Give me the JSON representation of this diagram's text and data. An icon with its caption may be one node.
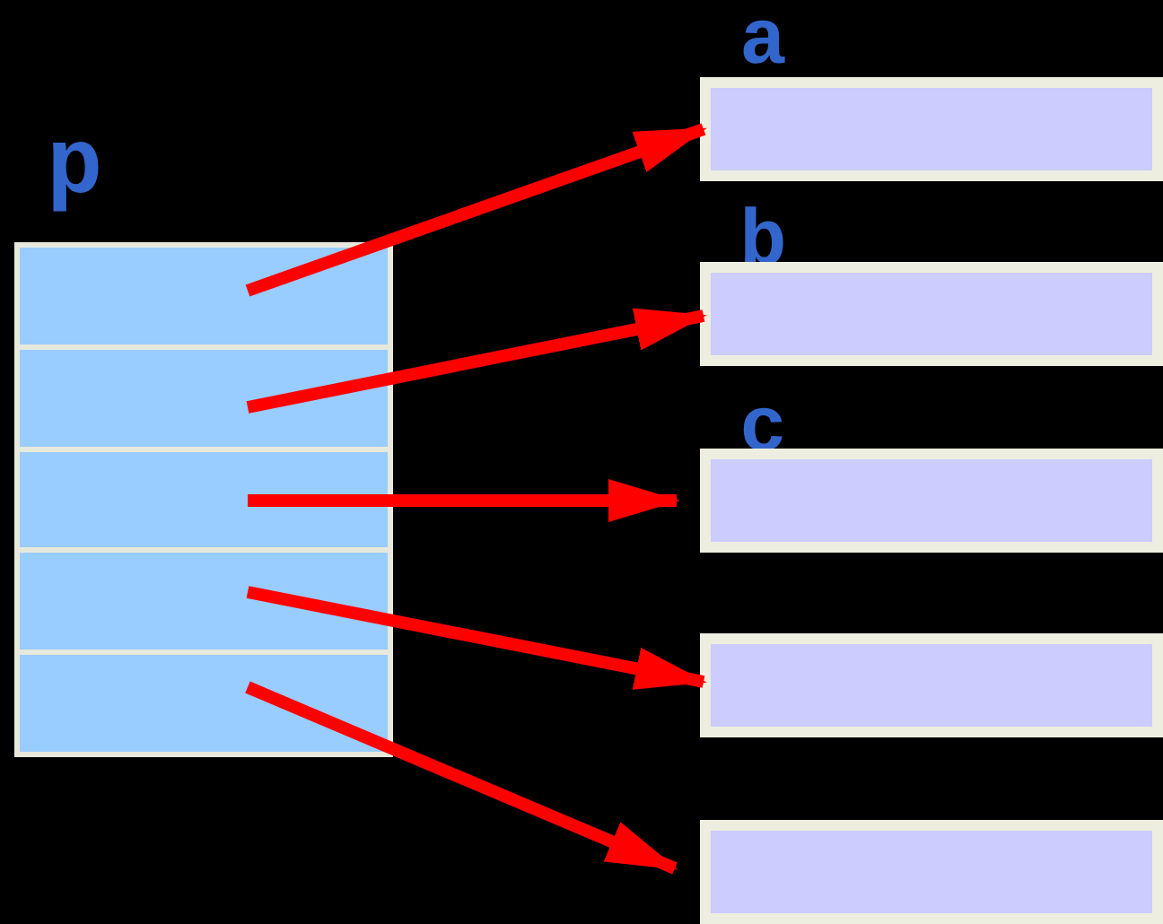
{
  "diagram": {
    "nodes": [
      {
        "text": [
          "p"
        ]
      },
      {
        "text": [],
        "shape": "box",
        "in": 0
      },
      {
        "text": [],
        "shape": "box",
        "in": 0
      },
      {
        "text": [],
        "shape": "box",
        "in": 0
      },
      {
        "text": [],
        "shape": "box",
        "in": 0
      },
      {
        "text": [],
        "shape": "box",
        "in": 0
      },
      {
        "text": [
          "a"
        ]
      },
      {
        "text": [
          "b"
        ]
      },
      {
        "text": [
          "c"
        ]
      },
      {
        "text": [],
        "shape": "box"
      },
      {
        "text": [],
        "shape": "box"
      }
    ],
    "edges": [
      {
        "from": 1,
        "to": 6,
        "arrow": "to"
      },
      {
        "from": 2,
        "to": 7,
        "arrow": "to"
      },
      {
        "from": 3,
        "to": 8,
        "arrow": "to"
      },
      {
        "from": 4,
        "to": 9,
        "arrow": "to"
      },
      {
        "from": 5,
        "to": 10,
        "arrow": "to"
      }
    ]
  }
}
